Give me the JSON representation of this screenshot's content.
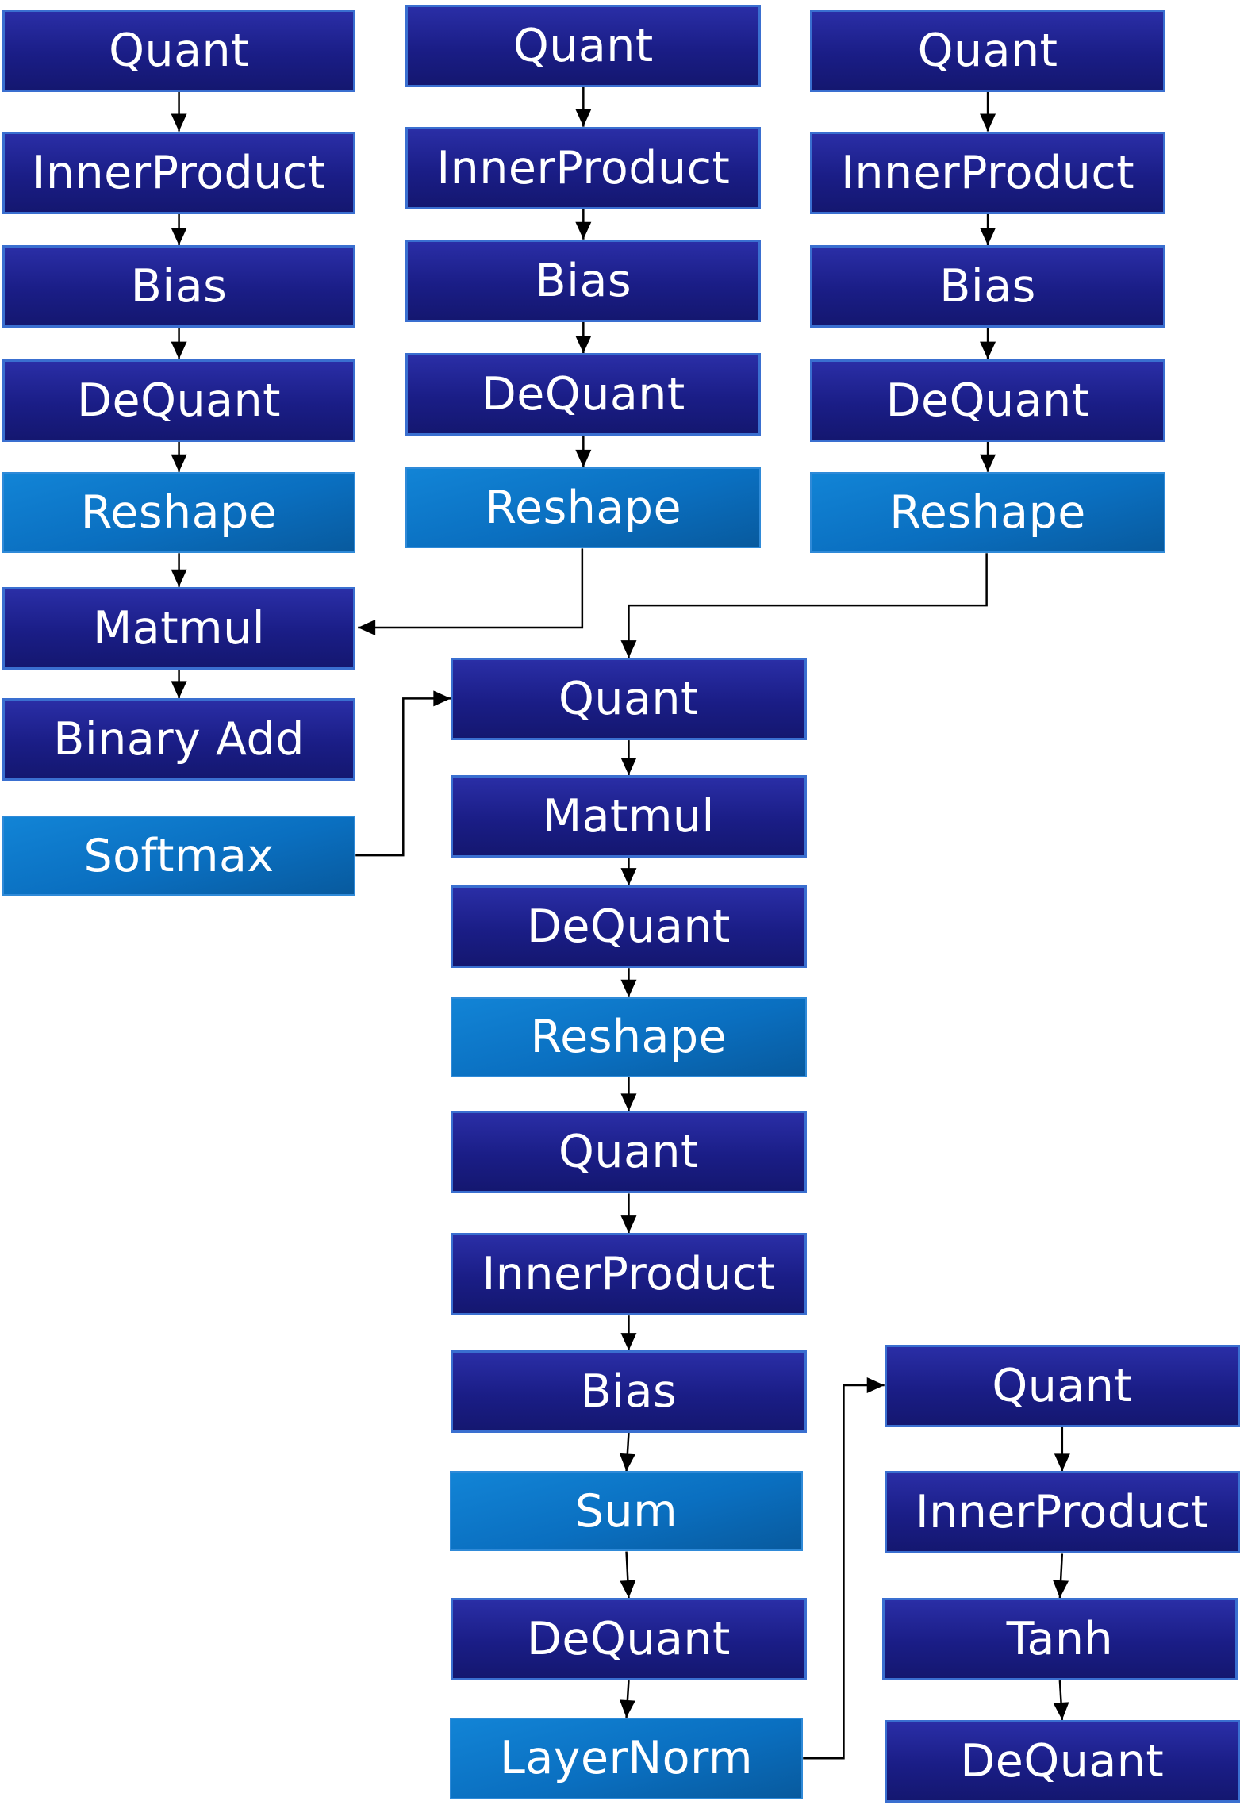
{
  "diagram": {
    "colors": {
      "dark_node": "#1f2290",
      "light_node": "#0a72c4",
      "edge": "#000000"
    },
    "nodes": [
      {
        "id": "a1",
        "label": "Quant",
        "style": "dark"
      },
      {
        "id": "a2",
        "label": "InnerProduct",
        "style": "dark"
      },
      {
        "id": "a3",
        "label": "Bias",
        "style": "dark"
      },
      {
        "id": "a4",
        "label": "DeQuant",
        "style": "dark"
      },
      {
        "id": "a5",
        "label": "Reshape",
        "style": "light"
      },
      {
        "id": "a6",
        "label": "Matmul",
        "style": "dark"
      },
      {
        "id": "a7",
        "label": "Binary Add",
        "style": "dark"
      },
      {
        "id": "a8",
        "label": "Softmax",
        "style": "light"
      },
      {
        "id": "b1",
        "label": "Quant",
        "style": "dark"
      },
      {
        "id": "b2",
        "label": "InnerProduct",
        "style": "dark"
      },
      {
        "id": "b3",
        "label": "Bias",
        "style": "dark"
      },
      {
        "id": "b4",
        "label": "DeQuant",
        "style": "dark"
      },
      {
        "id": "b5",
        "label": "Reshape",
        "style": "light"
      },
      {
        "id": "c1",
        "label": "Quant",
        "style": "dark"
      },
      {
        "id": "c2",
        "label": "InnerProduct",
        "style": "dark"
      },
      {
        "id": "c3",
        "label": "Bias",
        "style": "dark"
      },
      {
        "id": "c4",
        "label": "DeQuant",
        "style": "dark"
      },
      {
        "id": "c5",
        "label": "Reshape",
        "style": "light"
      },
      {
        "id": "d1",
        "label": "Quant",
        "style": "dark"
      },
      {
        "id": "d2",
        "label": "Matmul",
        "style": "dark"
      },
      {
        "id": "d3",
        "label": "DeQuant",
        "style": "dark"
      },
      {
        "id": "d4",
        "label": "Reshape",
        "style": "light"
      },
      {
        "id": "d5",
        "label": "Quant",
        "style": "dark"
      },
      {
        "id": "d6",
        "label": "InnerProduct",
        "style": "dark"
      },
      {
        "id": "d7",
        "label": "Bias",
        "style": "dark"
      },
      {
        "id": "d8",
        "label": "Sum",
        "style": "light"
      },
      {
        "id": "d9",
        "label": "DeQuant",
        "style": "dark"
      },
      {
        "id": "d10",
        "label": "LayerNorm",
        "style": "light"
      },
      {
        "id": "e1",
        "label": "Quant",
        "style": "dark"
      },
      {
        "id": "e2",
        "label": "InnerProduct",
        "style": "dark"
      },
      {
        "id": "e3",
        "label": "Tanh",
        "style": "dark"
      },
      {
        "id": "e4",
        "label": "DeQuant",
        "style": "dark"
      }
    ],
    "edges": [
      {
        "from": "a1",
        "to": "a2"
      },
      {
        "from": "a2",
        "to": "a3"
      },
      {
        "from": "a3",
        "to": "a4"
      },
      {
        "from": "a4",
        "to": "a5"
      },
      {
        "from": "a5",
        "to": "a6"
      },
      {
        "from": "a6",
        "to": "a7"
      },
      {
        "from": "b1",
        "to": "b2"
      },
      {
        "from": "b2",
        "to": "b3"
      },
      {
        "from": "b3",
        "to": "b4"
      },
      {
        "from": "b4",
        "to": "b5"
      },
      {
        "from": "b5",
        "to": "a6"
      },
      {
        "from": "c1",
        "to": "c2"
      },
      {
        "from": "c2",
        "to": "c3"
      },
      {
        "from": "c3",
        "to": "c4"
      },
      {
        "from": "c4",
        "to": "c5"
      },
      {
        "from": "c5",
        "to": "d1"
      },
      {
        "from": "a8",
        "to": "d1"
      },
      {
        "from": "d1",
        "to": "d2"
      },
      {
        "from": "d2",
        "to": "d3"
      },
      {
        "from": "d3",
        "to": "d4"
      },
      {
        "from": "d4",
        "to": "d5"
      },
      {
        "from": "d5",
        "to": "d6"
      },
      {
        "from": "d6",
        "to": "d7"
      },
      {
        "from": "d7",
        "to": "d8"
      },
      {
        "from": "d8",
        "to": "d9"
      },
      {
        "from": "d9",
        "to": "d10"
      },
      {
        "from": "d10",
        "to": "e1"
      },
      {
        "from": "e1",
        "to": "e2"
      },
      {
        "from": "e2",
        "to": "e3"
      },
      {
        "from": "e3",
        "to": "e4"
      }
    ]
  }
}
